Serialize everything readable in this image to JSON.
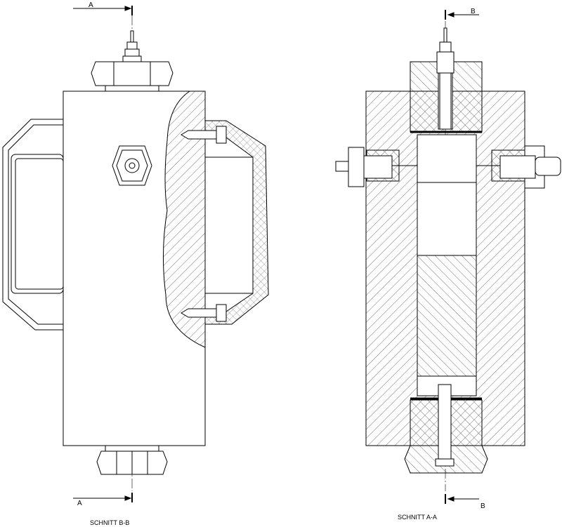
{
  "drawing": {
    "left_view": {
      "caption": "SCHNITT B-B",
      "cut_marker_top": "A",
      "cut_marker_bottom": "A"
    },
    "right_view": {
      "caption": "SCHNITT A-A",
      "cut_marker_top": "B",
      "cut_marker_bottom": "B"
    },
    "colors": {
      "line": "#000000",
      "hatch": "#555555",
      "paper": "#ffffff"
    }
  }
}
